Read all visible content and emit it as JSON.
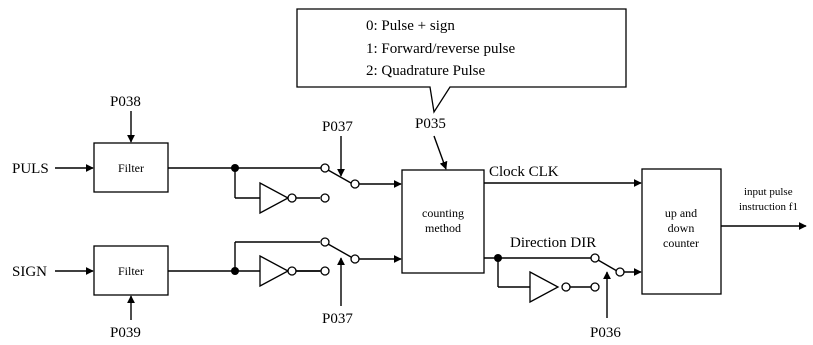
{
  "callout": {
    "lines": [
      "0: Pulse + sign",
      "1: Forward/reverse pulse",
      "2: Quadrature Pulse"
    ]
  },
  "inputs": {
    "puls": "PULS",
    "sign": "SIGN"
  },
  "filters": {
    "top": "Filter",
    "bottom": "Filter"
  },
  "params": {
    "p038": "P038",
    "p039": "P039",
    "p037_top": "P037",
    "p037_bottom": "P037",
    "p035": "P035",
    "p036": "P036"
  },
  "counting_method": {
    "line1": "counting",
    "line2": "method"
  },
  "signals": {
    "clock": "Clock CLK",
    "direction": "Direction DIR"
  },
  "counter": {
    "line1": "up and",
    "line2": "down",
    "line3": "counter"
  },
  "output": {
    "line1": "input pulse",
    "line2": "instruction f1"
  }
}
